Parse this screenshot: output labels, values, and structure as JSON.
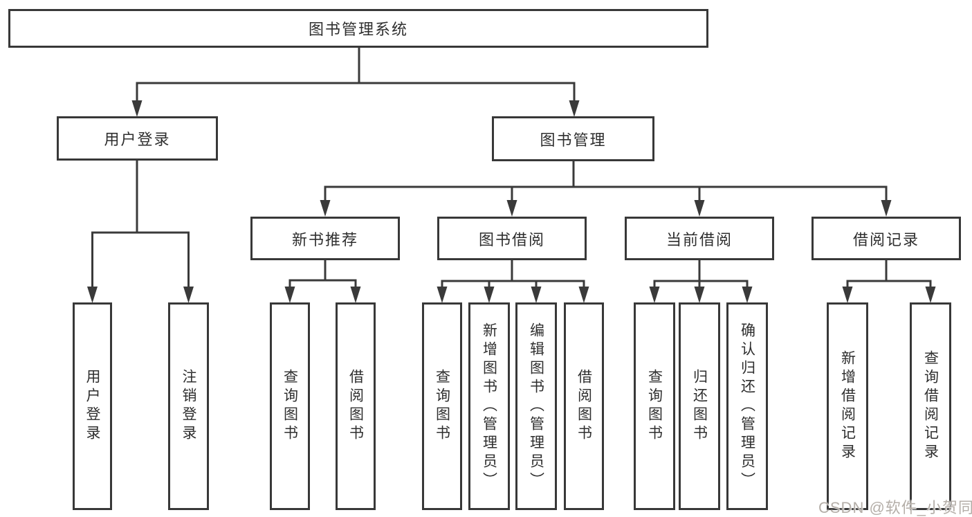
{
  "diagram": {
    "root": {
      "label": "图书管理系统"
    },
    "level2": [
      {
        "id": "user-login",
        "label": "用户登录"
      },
      {
        "id": "book-management",
        "label": "图书管理"
      }
    ],
    "level3": [
      {
        "id": "new-book-recommend",
        "label": "新书推荐"
      },
      {
        "id": "book-borrow",
        "label": "图书借阅"
      },
      {
        "id": "current-borrow",
        "label": "当前借阅"
      },
      {
        "id": "borrow-records",
        "label": "借阅记录"
      }
    ],
    "level4": {
      "user_login": [
        "用户登录",
        "注销登录"
      ],
      "new_book_recommend": [
        "查询图书",
        "借阅图书"
      ],
      "book_borrow": [
        "查询图书",
        "新增图书（管理员）",
        "编辑图书（管理员）",
        "借阅图书"
      ],
      "current_borrow": [
        "查询图书",
        "归还图书",
        "确认归还（管理员）"
      ],
      "borrow_records": [
        "新增借阅记录",
        "查询借阅记录"
      ]
    }
  },
  "watermark": {
    "text": "CSDN @软件_小贺同学"
  },
  "colors": {
    "line": "#3a3a3a",
    "box_border": "#383838",
    "text": "#2e2e2e",
    "background": "#ffffff",
    "watermark": "#b4aea8"
  }
}
